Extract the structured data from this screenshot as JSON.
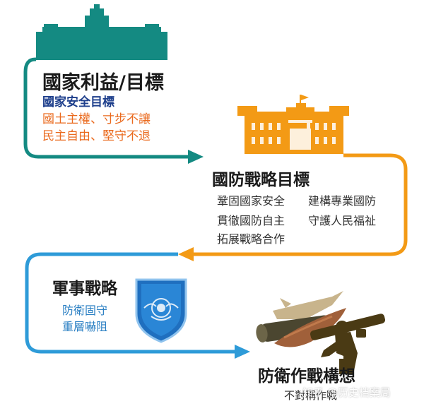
{
  "colors": {
    "teal": "#148A82",
    "orange": "#F39A15",
    "blue": "#2E9BD8",
    "navy_text": "#1E3F8C",
    "orange_text": "#EA6A1E",
    "blue_text": "#2A7FC3",
    "shield_blue": "#1F6FBF",
    "tan": "#B8A27A",
    "dark_olive": "#4A3A14"
  },
  "national_interest": {
    "title": "國家利益/目標",
    "lines": [
      "國家安全目標",
      "國土主權、寸步不讓",
      "民主自由、堅守不退"
    ]
  },
  "defense_strategy": {
    "title": "國防戰略目標",
    "items": [
      "鞏固國家安全",
      "建構專業國防",
      "貫徹國防自主",
      "守護人民福祉",
      "拓展戰略合作"
    ]
  },
  "military_strategy": {
    "title": "軍事戰略",
    "lines": [
      "防衛固守",
      "重層嚇阻"
    ]
  },
  "defense_concept": {
    "title": "防衛作戰構想",
    "subtitle": "不對稱作戰"
  },
  "watermark": "知乎 @历史档案局",
  "icons": {
    "building1": "presidential-office-building-icon",
    "building2": "defense-ministry-building-icon",
    "shield": "armed-forces-emblem-icon",
    "weapons": "missile-and-aircraft-icon",
    "soldier": "soldier-with-missile-launcher-icon"
  }
}
